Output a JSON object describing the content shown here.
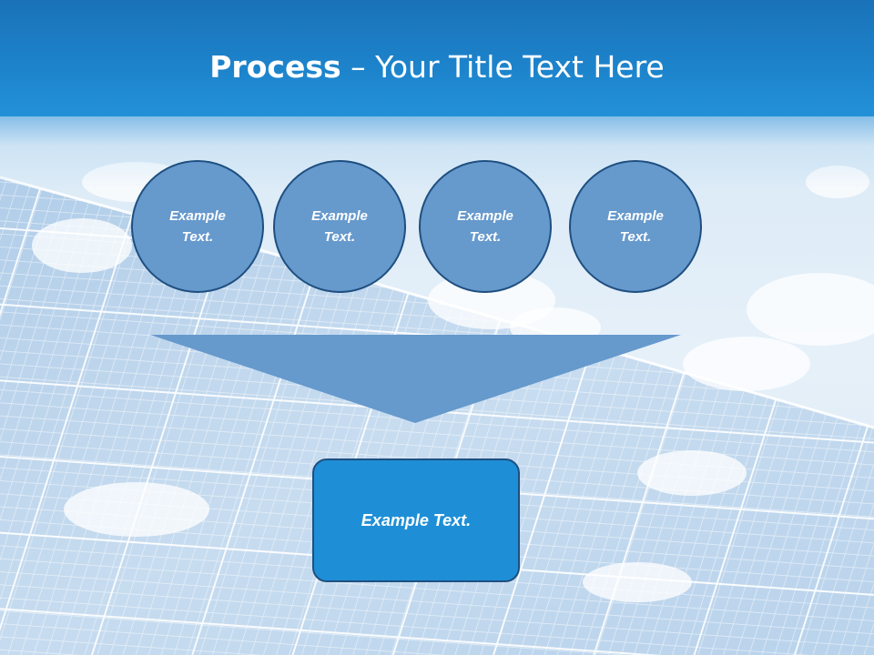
{
  "slide": {
    "title_bold": "Process",
    "title_rest": " – Your Title Text Here",
    "circles": [
      {
        "line1": "Example",
        "line2": "Text."
      },
      {
        "line1": "Example",
        "line2": "Text."
      },
      {
        "line1": "Example",
        "line2": "Text."
      },
      {
        "line1": "Example",
        "line2": "Text."
      }
    ],
    "result_text": "Example Text."
  },
  "colors": {
    "header_blue": "#1d84cc",
    "circle_fill": "#6699cc",
    "circle_border": "#1f4f80",
    "result_fill": "#1e8fd6"
  }
}
